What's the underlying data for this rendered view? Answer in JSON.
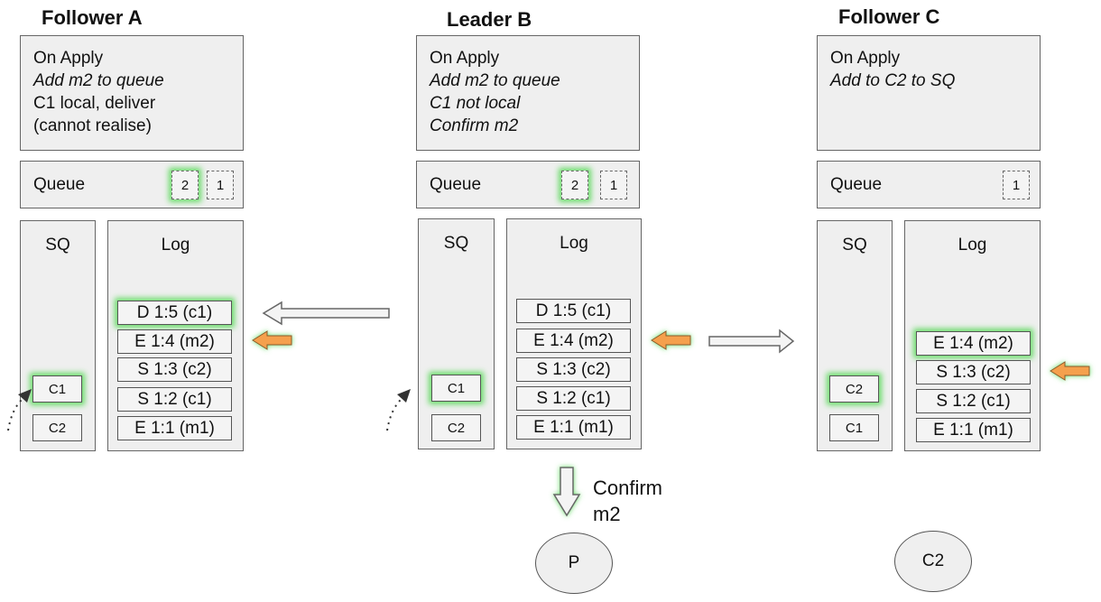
{
  "follower_a": {
    "title": "Follower A",
    "on_apply": {
      "heading": "On Apply",
      "line1": "Add m2 to queue",
      "line2": "C1 local, deliver",
      "line3": "(cannot realise)"
    },
    "queue": {
      "label": "Queue",
      "items": [
        "2",
        "1"
      ]
    },
    "sq": {
      "label": "SQ",
      "items": [
        "C1",
        "C2"
      ]
    },
    "log": {
      "label": "Log",
      "entries": [
        "D 1:5 (c1)",
        "E 1:4 (m2)",
        "S 1:3 (c2)",
        "S 1:2 (c1)",
        "E 1:1 (m1)"
      ]
    }
  },
  "leader_b": {
    "title": "Leader B",
    "on_apply": {
      "heading": "On Apply",
      "line1": "Add m2 to queue",
      "line2": "C1 not local",
      "line3": "Confirm m2"
    },
    "queue": {
      "label": "Queue",
      "items": [
        "2",
        "1"
      ]
    },
    "sq": {
      "label": "SQ",
      "items": [
        "C1",
        "C2"
      ]
    },
    "log": {
      "label": "Log",
      "entries": [
        "D 1:5 (c1)",
        "E 1:4 (m2)",
        "S 1:3 (c2)",
        "S 1:2 (c1)",
        "E 1:1 (m1)"
      ]
    },
    "confirm": {
      "line1": "Confirm",
      "line2": "m2"
    },
    "process": "P"
  },
  "follower_c": {
    "title": "Follower C",
    "on_apply": {
      "heading": "On Apply",
      "line1": "Add to C2 to SQ"
    },
    "queue": {
      "label": "Queue",
      "items": [
        "1"
      ]
    },
    "sq": {
      "label": "SQ",
      "items": [
        "C2",
        "C1"
      ]
    },
    "log": {
      "label": "Log",
      "entries": [
        "E 1:4 (m2)",
        "S 1:3 (c2)",
        "S 1:2 (c1)",
        "E 1:1 (m1)"
      ]
    },
    "process": "C2"
  },
  "colors": {
    "highlight": "#6bdc6b",
    "pointer": "#f5a04e",
    "box_fill": "#efefef",
    "border": "#666666"
  }
}
